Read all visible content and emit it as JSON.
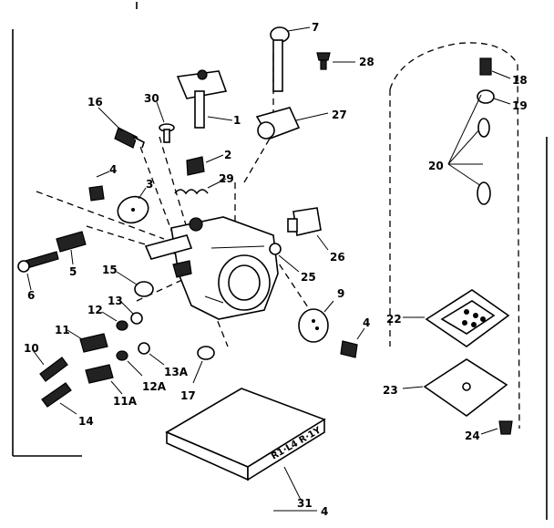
{
  "diagram": {
    "callouts": {
      "c1": "1",
      "c2": "2",
      "c3": "3",
      "c4a": "4",
      "c4b": "4",
      "c5": "5",
      "c6": "6",
      "c7": "7",
      "c9": "9",
      "c10": "10",
      "c11": "11",
      "c11a": "11A",
      "c12": "12",
      "c12a": "12A",
      "c13": "13",
      "c13a": "13A",
      "c14": "14",
      "c15": "15",
      "c16": "16",
      "c17": "17",
      "c18": "18",
      "c19": "19",
      "c20": "20",
      "c22": "22",
      "c23": "23",
      "c24": "24",
      "c25": "25",
      "c26": "26",
      "c27": "27",
      "c28": "28",
      "c29": "29",
      "c30": "30",
      "c31": "31",
      "c4_bottom": "4"
    },
    "box_lettering": "R1·L4 R·1Y"
  }
}
